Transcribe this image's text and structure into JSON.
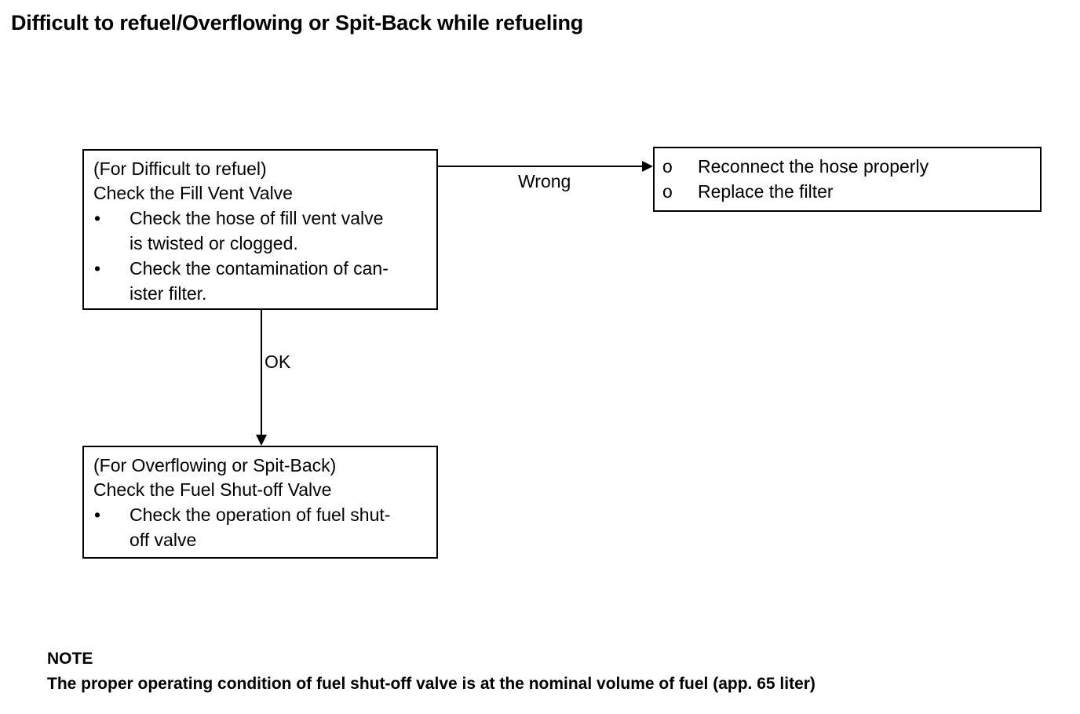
{
  "page": {
    "title": "Difficult to refuel/Overflowing or Spit-Back while refueling",
    "background_color": "#ffffff",
    "ink_color": "#000000"
  },
  "diagram": {
    "type": "flowchart",
    "boxes": [
      {
        "id": "fill-vent-valve",
        "condition_header": "(For Difficult to refuel)",
        "action_header": "Check the Fill Vent Valve",
        "bullet_glyph": "•",
        "items": [
          {
            "line1": "Check the hose of fill vent valve",
            "line2": "is twisted or clogged."
          },
          {
            "line1": "Check the contamination of can-",
            "line2": "ister filter."
          }
        ]
      },
      {
        "id": "fuel-shutoff",
        "condition_header": "(For Overflowing or Spit-Back)",
        "action_header": "Check the Fuel Shut-off Valve",
        "bullet_glyph": "•",
        "items": [
          {
            "line1": "Check the operation of fuel shut-",
            "line2": "off valve"
          }
        ]
      },
      {
        "id": "wrong-actions",
        "bullet_glyph": "o",
        "items": [
          {
            "line1": "Reconnect the hose properly"
          },
          {
            "line1": "Replace the filter"
          }
        ]
      }
    ],
    "connectors": [
      {
        "id": "wrong",
        "label": "Wrong",
        "from": "fill-vent-valve",
        "to": "wrong-actions",
        "direction": "right"
      },
      {
        "id": "ok",
        "label": "OK",
        "from": "fill-vent-valve",
        "to": "fuel-shutoff",
        "direction": "down"
      }
    ]
  },
  "note": {
    "heading": "NOTE",
    "body": "The proper operating condition of fuel shut-off valve is at the nominal volume of fuel (app. 65 liter)"
  }
}
